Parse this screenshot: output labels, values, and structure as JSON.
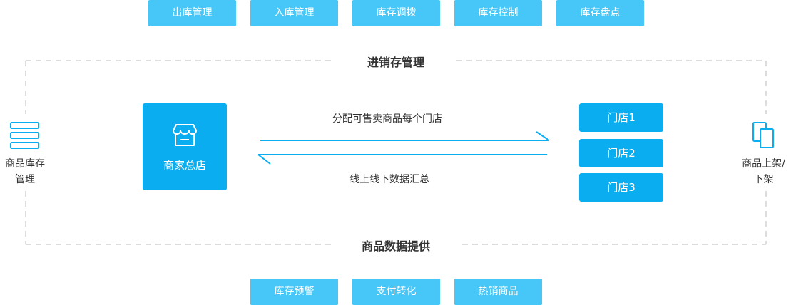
{
  "top_chips": [
    "出库管理",
    "入库管理",
    "库存调拨",
    "库存控制",
    "库存盘点"
  ],
  "bottom_chips": [
    "库存预警",
    "支付转化",
    "热销商品"
  ],
  "top_title": "进销存管理",
  "bottom_title": "商品数据提供",
  "left_side": {
    "line1": "商品库存",
    "line2": "管理"
  },
  "right_side": {
    "line1": "商品上架/",
    "line2": "下架"
  },
  "hq_label": "商家总店",
  "stores": [
    "门店1",
    "门店2",
    "门店3"
  ],
  "flow_out_text": "分配可售卖商品每个门店",
  "flow_in_text": "线上线下数据汇总",
  "colors": {
    "chip": "#47c7f7",
    "primary": "#0aaef0",
    "dash": "#dddddd",
    "text": "#333333"
  }
}
